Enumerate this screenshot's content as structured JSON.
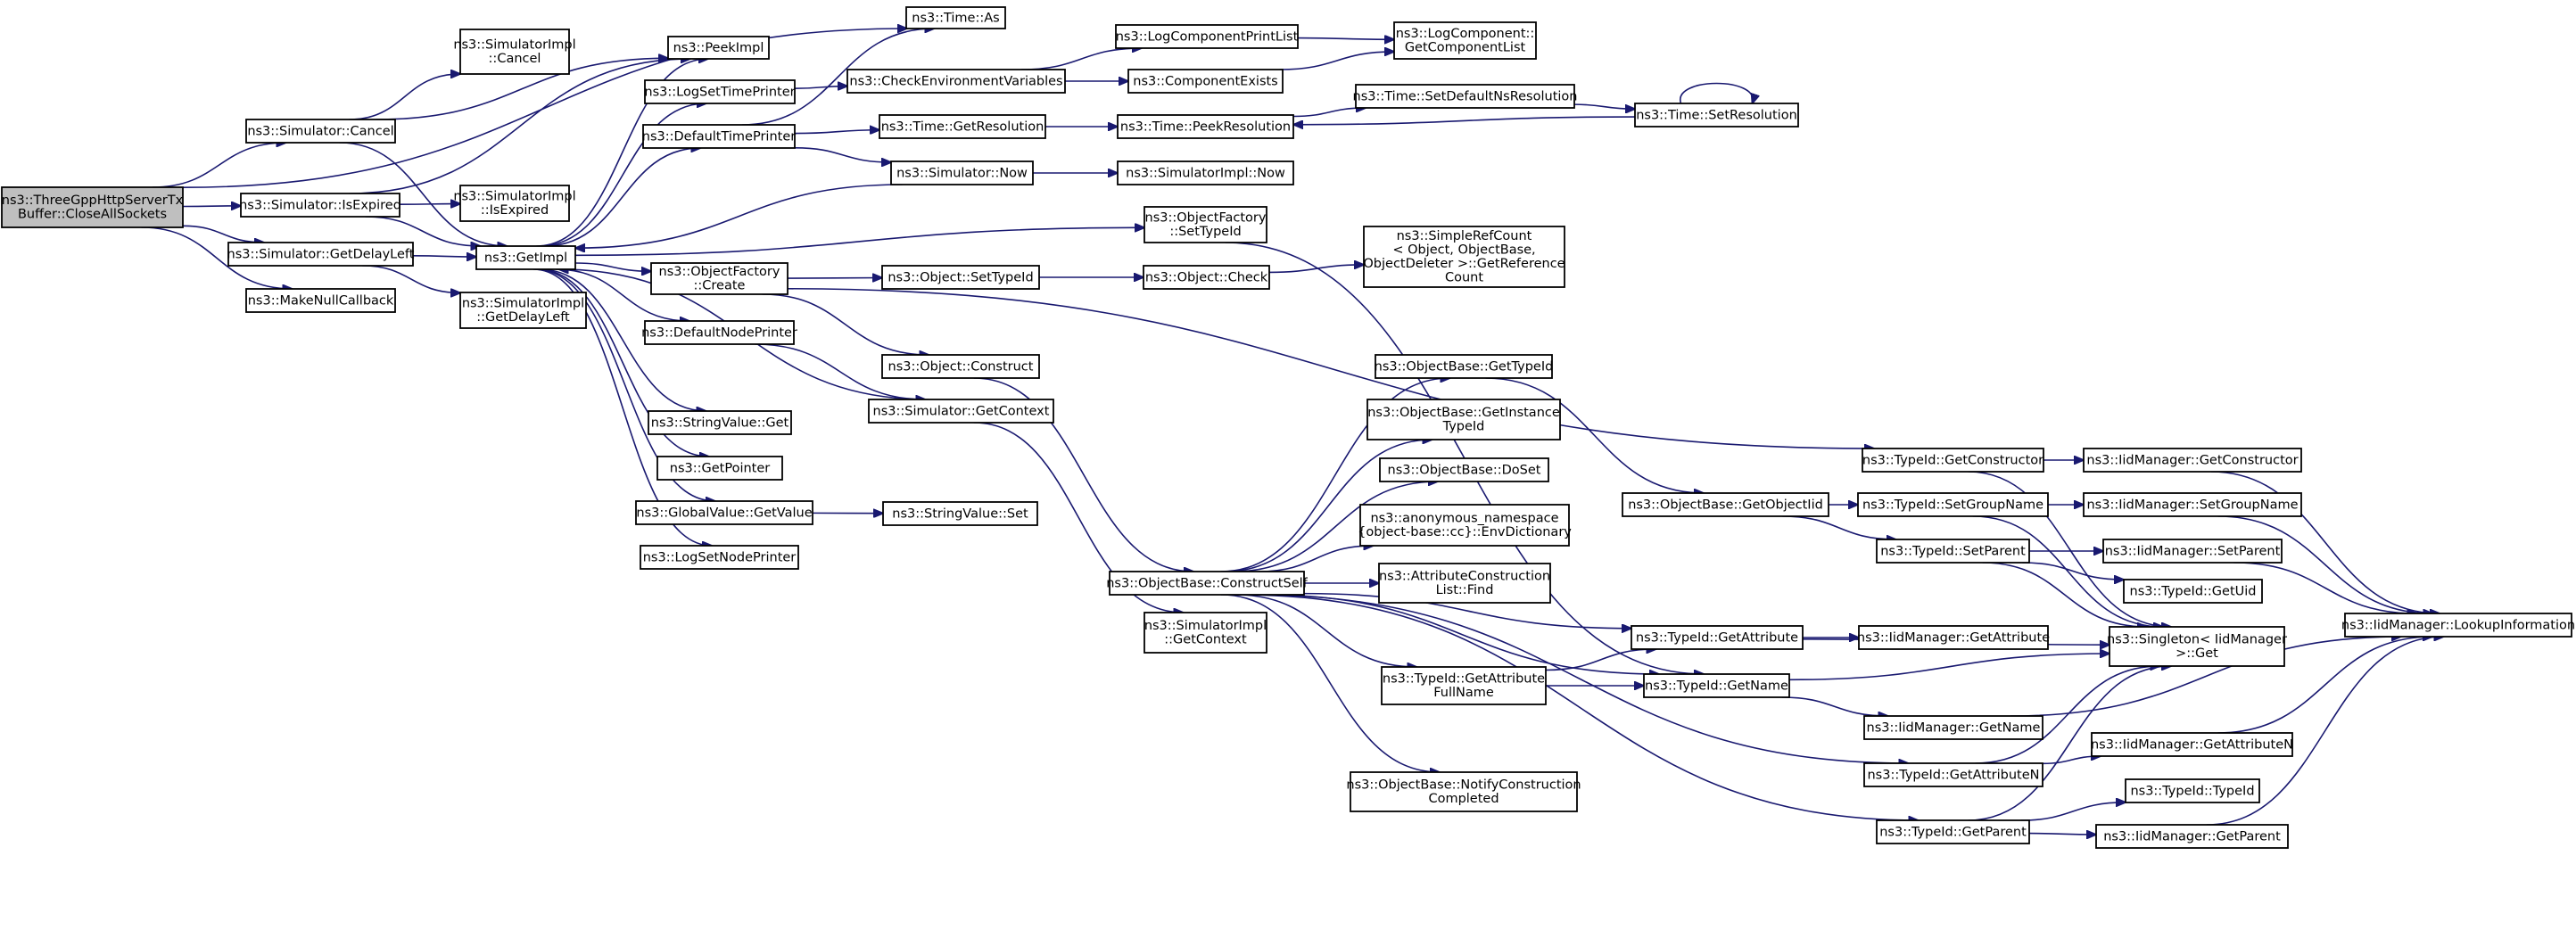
{
  "diagram": {
    "title": "",
    "root": "closeallsockets",
    "colors": {
      "edge": "#191970",
      "node_fill": "#ffffff",
      "root_fill": "#bfbfbf",
      "border": "#000000"
    },
    "nodes": [
      {
        "id": "closeallsockets",
        "lines": [
          "ns3::ThreeGppHttpServerTx",
          "Buffer::CloseAllSockets"
        ]
      },
      {
        "id": "time_as",
        "lines": [
          "ns3::Time::As"
        ]
      },
      {
        "id": "simimpl_cancel",
        "lines": [
          "ns3::SimulatorImpl",
          "::Cancel"
        ]
      },
      {
        "id": "peekimpl",
        "lines": [
          "ns3::PeekImpl"
        ]
      },
      {
        "id": "logsettimeprinter",
        "lines": [
          "ns3::LogSetTimePrinter"
        ]
      },
      {
        "id": "sim_cancel",
        "lines": [
          "ns3::Simulator::Cancel"
        ]
      },
      {
        "id": "defaulttimeprinter",
        "lines": [
          "ns3::DefaultTimePrinter"
        ]
      },
      {
        "id": "logcomponentprintlist",
        "lines": [
          "ns3::LogComponentPrintList"
        ]
      },
      {
        "id": "logcomponent_getlist",
        "lines": [
          "ns3::LogComponent::",
          "GetComponentList"
        ]
      },
      {
        "id": "checkenv",
        "lines": [
          "ns3::CheckEnvironmentVariables"
        ]
      },
      {
        "id": "componentexists",
        "lines": [
          "ns3::ComponentExists"
        ]
      },
      {
        "id": "time_setdefaultns",
        "lines": [
          "ns3::Time::SetDefaultNsResolution"
        ]
      },
      {
        "id": "time_getres",
        "lines": [
          "ns3::Time::GetResolution"
        ]
      },
      {
        "id": "time_peekres",
        "lines": [
          "ns3::Time::PeekResolution"
        ]
      },
      {
        "id": "time_setres",
        "lines": [
          "ns3::Time::SetResolution"
        ]
      },
      {
        "id": "sim_now",
        "lines": [
          "ns3::Simulator::Now"
        ]
      },
      {
        "id": "simimpl_now",
        "lines": [
          "ns3::SimulatorImpl::Now"
        ]
      },
      {
        "id": "sim_isexpired",
        "lines": [
          "ns3::Simulator::IsExpired"
        ]
      },
      {
        "id": "simimpl_isexpired",
        "lines": [
          "ns3::SimulatorImpl",
          "::IsExpired"
        ]
      },
      {
        "id": "objfactory_settypeid",
        "lines": [
          "ns3::ObjectFactory",
          "::SetTypeId"
        ]
      },
      {
        "id": "sim_getdelayleft",
        "lines": [
          "ns3::Simulator::GetDelayLeft"
        ]
      },
      {
        "id": "getimpl",
        "lines": [
          "ns3::GetImpl"
        ]
      },
      {
        "id": "simplerefcount",
        "lines": [
          "ns3::SimpleRefCount",
          "< Object, ObjectBase,",
          "ObjectDeleter >::GetReference",
          "Count"
        ]
      },
      {
        "id": "objfactory_create",
        "lines": [
          "ns3::ObjectFactory",
          "::Create"
        ]
      },
      {
        "id": "object_settypeid",
        "lines": [
          "ns3::Object::SetTypeId"
        ]
      },
      {
        "id": "object_check",
        "lines": [
          "ns3::Object::Check"
        ]
      },
      {
        "id": "makenullcallback",
        "lines": [
          "ns3::MakeNullCallback"
        ]
      },
      {
        "id": "simimpl_getdelayleft",
        "lines": [
          "ns3::SimulatorImpl",
          "::GetDelayLeft"
        ]
      },
      {
        "id": "defaultnodeprinter",
        "lines": [
          "ns3::DefaultNodePrinter"
        ]
      },
      {
        "id": "object_construct",
        "lines": [
          "ns3::Object::Construct"
        ]
      },
      {
        "id": "objbase_gettypeid",
        "lines": [
          "ns3::ObjectBase::GetTypeId"
        ]
      },
      {
        "id": "objbase_getinstancetypeid",
        "lines": [
          "ns3::ObjectBase::GetInstance",
          "TypeId"
        ]
      },
      {
        "id": "sim_getcontext",
        "lines": [
          "ns3::Simulator::GetContext"
        ]
      },
      {
        "id": "stringvalue_get",
        "lines": [
          "ns3::StringValue::Get"
        ]
      },
      {
        "id": "typeid_getconstructor",
        "lines": [
          "ns3::TypeId::GetConstructor"
        ]
      },
      {
        "id": "iid_getconstructor",
        "lines": [
          "ns3::IidManager::GetConstructor"
        ]
      },
      {
        "id": "getpointer",
        "lines": [
          "ns3::GetPointer"
        ]
      },
      {
        "id": "objbase_doset",
        "lines": [
          "ns3::ObjectBase::DoSet"
        ]
      },
      {
        "id": "objbase_getobjectiid",
        "lines": [
          "ns3::ObjectBase::GetObjectIid"
        ]
      },
      {
        "id": "typeid_setgroupname",
        "lines": [
          "ns3::TypeId::SetGroupName"
        ]
      },
      {
        "id": "iid_setgroupname",
        "lines": [
          "ns3::IidManager::SetGroupName"
        ]
      },
      {
        "id": "globalvalue_getvalue",
        "lines": [
          "ns3::GlobalValue::GetValue"
        ]
      },
      {
        "id": "stringvalue_set",
        "lines": [
          "ns3::StringValue::Set"
        ]
      },
      {
        "id": "envdictionary",
        "lines": [
          "ns3::anonymous_namespace",
          "{object-base::cc}::EnvDictionary"
        ]
      },
      {
        "id": "typeid_setparent",
        "lines": [
          "ns3::TypeId::SetParent"
        ]
      },
      {
        "id": "iid_setparent",
        "lines": [
          "ns3::IidManager::SetParent"
        ]
      },
      {
        "id": "logsetnodeprinter",
        "lines": [
          "ns3::LogSetNodePrinter"
        ]
      },
      {
        "id": "objbase_constructself",
        "lines": [
          "ns3::ObjectBase::ConstructSelf"
        ]
      },
      {
        "id": "attrconstructionlist_find",
        "lines": [
          "ns3::AttributeConstruction",
          "List::Find"
        ]
      },
      {
        "id": "typeid_getuid",
        "lines": [
          "ns3::TypeId::GetUid"
        ]
      },
      {
        "id": "simimpl_getcontext",
        "lines": [
          "ns3::SimulatorImpl",
          "::GetContext"
        ]
      },
      {
        "id": "iid_lookupinformation",
        "lines": [
          "ns3::IidManager::LookupInformation"
        ]
      },
      {
        "id": "typeid_getattribute",
        "lines": [
          "ns3::TypeId::GetAttribute"
        ]
      },
      {
        "id": "iid_getattribute",
        "lines": [
          "ns3::IidManager::GetAttribute"
        ]
      },
      {
        "id": "singleton_get",
        "lines": [
          "ns3::Singleton< IidManager",
          ">::Get"
        ]
      },
      {
        "id": "typeid_getattrfullname",
        "lines": [
          "ns3::TypeId::GetAttribute",
          "FullName"
        ]
      },
      {
        "id": "typeid_getname",
        "lines": [
          "ns3::TypeId::GetName"
        ]
      },
      {
        "id": "iid_getname",
        "lines": [
          "ns3::IidManager::GetName"
        ]
      },
      {
        "id": "typeid_getattributen",
        "lines": [
          "ns3::TypeId::GetAttributeN"
        ]
      },
      {
        "id": "iid_getattributen",
        "lines": [
          "ns3::IidManager::GetAttributeN"
        ]
      },
      {
        "id": "objbase_notifyconstructioncompleted",
        "lines": [
          "ns3::ObjectBase::NotifyConstruction",
          "Completed"
        ]
      },
      {
        "id": "typeid_typeid",
        "lines": [
          "ns3::TypeId::TypeId"
        ]
      },
      {
        "id": "typeid_getparent",
        "lines": [
          "ns3::TypeId::GetParent"
        ]
      },
      {
        "id": "iid_getparent",
        "lines": [
          "ns3::IidManager::GetParent"
        ]
      }
    ],
    "edges": [
      [
        "closeallsockets",
        "time_as"
      ],
      [
        "closeallsockets",
        "sim_cancel"
      ],
      [
        "closeallsockets",
        "sim_isexpired"
      ],
      [
        "closeallsockets",
        "sim_getdelayleft"
      ],
      [
        "closeallsockets",
        "makenullcallback"
      ],
      [
        "sim_cancel",
        "simimpl_cancel"
      ],
      [
        "sim_cancel",
        "peekimpl"
      ],
      [
        "sim_cancel",
        "getimpl"
      ],
      [
        "sim_isexpired",
        "simimpl_isexpired"
      ],
      [
        "sim_isexpired",
        "peekimpl"
      ],
      [
        "sim_isexpired",
        "getimpl"
      ],
      [
        "sim_getdelayleft",
        "getimpl"
      ],
      [
        "sim_getdelayleft",
        "simimpl_getdelayleft"
      ],
      [
        "getimpl",
        "peekimpl"
      ],
      [
        "getimpl",
        "logsettimeprinter"
      ],
      [
        "getimpl",
        "defaulttimeprinter"
      ],
      [
        "getimpl",
        "objfactory_settypeid"
      ],
      [
        "getimpl",
        "objfactory_create"
      ],
      [
        "getimpl",
        "defaultnodeprinter"
      ],
      [
        "getimpl",
        "stringvalue_get"
      ],
      [
        "getimpl",
        "getpointer"
      ],
      [
        "getimpl",
        "globalvalue_getvalue"
      ],
      [
        "getimpl",
        "logsetnodeprinter"
      ],
      [
        "logsettimeprinter",
        "checkenv"
      ],
      [
        "checkenv",
        "logcomponentprintlist"
      ],
      [
        "checkenv",
        "componentexists"
      ],
      [
        "logcomponentprintlist",
        "logcomponent_getlist"
      ],
      [
        "componentexists",
        "logcomponent_getlist"
      ],
      [
        "defaulttimeprinter",
        "time_as"
      ],
      [
        "defaulttimeprinter",
        "time_getres"
      ],
      [
        "defaulttimeprinter",
        "sim_now"
      ],
      [
        "time_getres",
        "time_peekres"
      ],
      [
        "time_peekres",
        "time_setdefaultns"
      ],
      [
        "time_setdefaultns",
        "time_setres"
      ],
      [
        "time_setres",
        "time_peekres"
      ],
      [
        "time_setres",
        "time_setres"
      ],
      [
        "sim_now",
        "getimpl"
      ],
      [
        "sim_now",
        "simimpl_now"
      ],
      [
        "objfactory_settypeid",
        "typeid_getname"
      ],
      [
        "objfactory_create",
        "object_settypeid"
      ],
      [
        "objfactory_create",
        "object_construct"
      ],
      [
        "objfactory_create",
        "typeid_getconstructor"
      ],
      [
        "object_settypeid",
        "object_check"
      ],
      [
        "object_check",
        "simplerefcount"
      ],
      [
        "object_construct",
        "objbase_constructself"
      ],
      [
        "defaultnodeprinter",
        "sim_getcontext"
      ],
      [
        "sim_getcontext",
        "getimpl"
      ],
      [
        "sim_getcontext",
        "simimpl_getcontext"
      ],
      [
        "globalvalue_getvalue",
        "stringvalue_set"
      ],
      [
        "objbase_constructself",
        "objbase_gettypeid"
      ],
      [
        "objbase_constructself",
        "objbase_getinstancetypeid"
      ],
      [
        "objbase_constructself",
        "objbase_doset"
      ],
      [
        "objbase_constructself",
        "envdictionary"
      ],
      [
        "objbase_constructself",
        "attrconstructionlist_find"
      ],
      [
        "objbase_constructself",
        "typeid_getattribute"
      ],
      [
        "objbase_constructself",
        "typeid_getattrfullname"
      ],
      [
        "objbase_constructself",
        "typeid_getname"
      ],
      [
        "objbase_constructself",
        "objbase_notifyconstructioncompleted"
      ],
      [
        "objbase_constructself",
        "typeid_getattributen"
      ],
      [
        "objbase_constructself",
        "typeid_getparent"
      ],
      [
        "objbase_gettypeid",
        "objbase_getobjectiid"
      ],
      [
        "objbase_getobjectiid",
        "typeid_setgroupname"
      ],
      [
        "objbase_getobjectiid",
        "typeid_setparent"
      ],
      [
        "typeid_getconstructor",
        "iid_getconstructor"
      ],
      [
        "typeid_getconstructor",
        "singleton_get"
      ],
      [
        "iid_getconstructor",
        "iid_lookupinformation"
      ],
      [
        "typeid_setgroupname",
        "iid_setgroupname"
      ],
      [
        "typeid_setgroupname",
        "singleton_get"
      ],
      [
        "iid_setgroupname",
        "iid_lookupinformation"
      ],
      [
        "typeid_setparent",
        "iid_setparent"
      ],
      [
        "typeid_setparent",
        "singleton_get"
      ],
      [
        "typeid_setparent",
        "typeid_getuid"
      ],
      [
        "iid_setparent",
        "iid_lookupinformation"
      ],
      [
        "typeid_getattribute",
        "iid_getattribute"
      ],
      [
        "typeid_getattribute",
        "singleton_get"
      ],
      [
        "typeid_getattrfullname",
        "typeid_getattribute"
      ],
      [
        "typeid_getattrfullname",
        "typeid_getname"
      ],
      [
        "typeid_getname",
        "singleton_get"
      ],
      [
        "typeid_getname",
        "iid_getname"
      ],
      [
        "iid_getname",
        "iid_lookupinformation"
      ],
      [
        "typeid_getattributen",
        "iid_getattributen"
      ],
      [
        "typeid_getattributen",
        "singleton_get"
      ],
      [
        "iid_getattributen",
        "iid_lookupinformation"
      ],
      [
        "typeid_getparent",
        "typeid_typeid"
      ],
      [
        "typeid_getparent",
        "iid_getparent"
      ],
      [
        "typeid_getparent",
        "singleton_get"
      ],
      [
        "iid_getparent",
        "iid_lookupinformation"
      ]
    ]
  }
}
